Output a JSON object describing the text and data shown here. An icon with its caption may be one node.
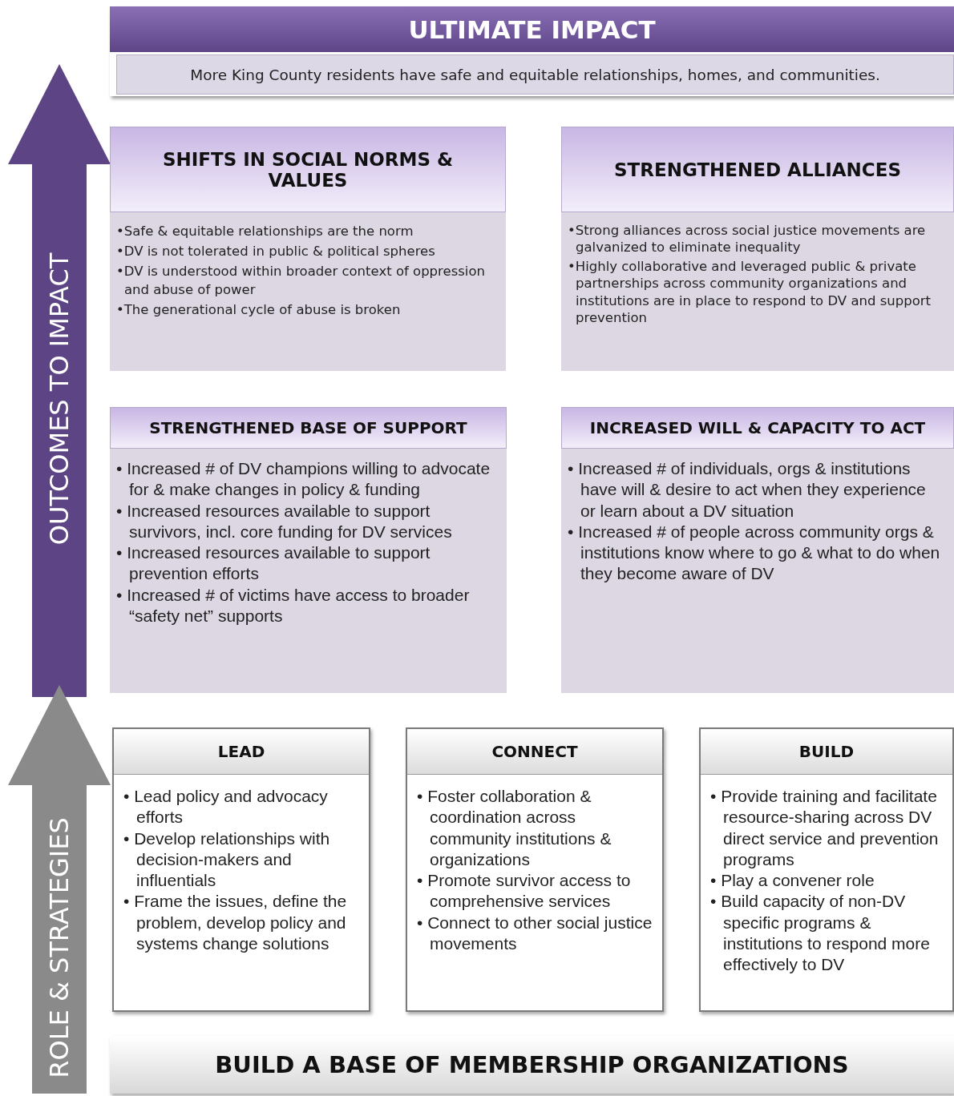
{
  "diagram": {
    "nodes": [
      {
        "text": [
          "ULTIMATE IMPACT",
          "More King County residents have safe and equitable relationships, homes, and communities."
        ]
      },
      {
        "text": [
          "OUTCOMES TO IMPACT"
        ]
      },
      {
        "text": [
          "SHIFTS IN SOCIAL NORMS & VALUES",
          "•Safe & equitable relationships are the norm",
          "•DV is not tolerated in public & political spheres",
          "•DV is understood within broader context of oppression and abuse of power",
          "•The generational cycle of abuse is broken"
        ]
      },
      {
        "text": [
          "STRENGTHENED ALLIANCES",
          "•Strong alliances across social justice movements are galvanized to eliminate inequality",
          "•Highly collaborative and leveraged public & private partnerships across community organizations and institutions are in place to respond to DV and support prevention"
        ]
      },
      {
        "text": [
          "STRENGTHENED BASE OF SUPPORT",
          "• Increased # of DV champions willing to advocate for & make changes in policy & funding",
          "• Increased resources available to support survivors, incl. core funding for DV services",
          "• Increased resources available to support prevention efforts",
          "• Increased # of victims have access to broader “safety net” supports"
        ]
      },
      {
        "text": [
          "INCREASED WILL & CAPACITY TO ACT",
          "• Increased # of individuals, orgs & institutions have will & desire to act when they experience or learn about a DV situation",
          "• Increased # of people across community orgs & institutions know where to go & what to do when they become aware of DV"
        ]
      },
      {
        "text": [
          "ROLE & STRATEGIES"
        ]
      },
      {
        "text": [
          "LEAD",
          "• Lead policy and advocacy efforts",
          "• Develop relationships with decision-makers and influentials",
          "• Frame the issues, define the problem, develop policy and systems change solutions"
        ]
      },
      {
        "text": [
          "CONNECT",
          "• Foster collaboration & coordination across community institutions & organizations",
          "• Promote survivor access to comprehensive services",
          "• Connect to other social justice movements"
        ]
      },
      {
        "text": [
          "BUILD",
          "• Provide training and facilitate resource-sharing across DV direct service and prevention programs",
          "• Play a convener role",
          "• Build capacity of non-DV specific programs & institutions to respond more effectively to DV"
        ]
      },
      {
        "text": [
          "BUILD A BASE OF MEMBERSHIP ORGANIZATIONS"
        ]
      }
    ],
    "edges": []
  }
}
